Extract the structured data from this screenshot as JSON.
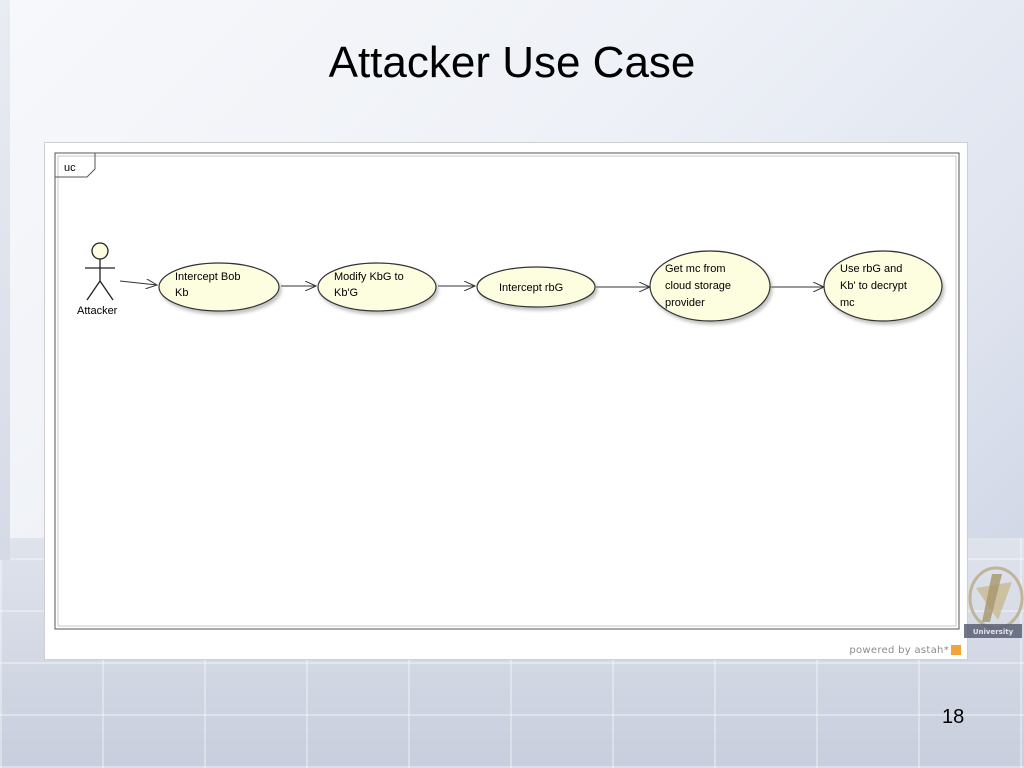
{
  "slide": {
    "title": "Attacker Use Case",
    "page_number": "18"
  },
  "diagram": {
    "frame_label": "uc",
    "actor": {
      "label": "Attacker"
    },
    "use_cases": [
      {
        "id": "uc1",
        "lines": [
          "Intercept Bob",
          "Kb"
        ]
      },
      {
        "id": "uc2",
        "lines": [
          "Modify KbG to",
          "Kb'G"
        ]
      },
      {
        "id": "uc3",
        "lines": [
          "Intercept rbG"
        ]
      },
      {
        "id": "uc4",
        "lines": [
          "Get mc from",
          "cloud storage",
          "provider"
        ]
      },
      {
        "id": "uc5",
        "lines": [
          "Use rbG and",
          "Kb'  to decrypt",
          "mc"
        ]
      }
    ],
    "fill_color": "#fdfde0",
    "stroke_color": "#333333",
    "footer": "powered by astah*"
  },
  "logo": {
    "text": "University"
  }
}
